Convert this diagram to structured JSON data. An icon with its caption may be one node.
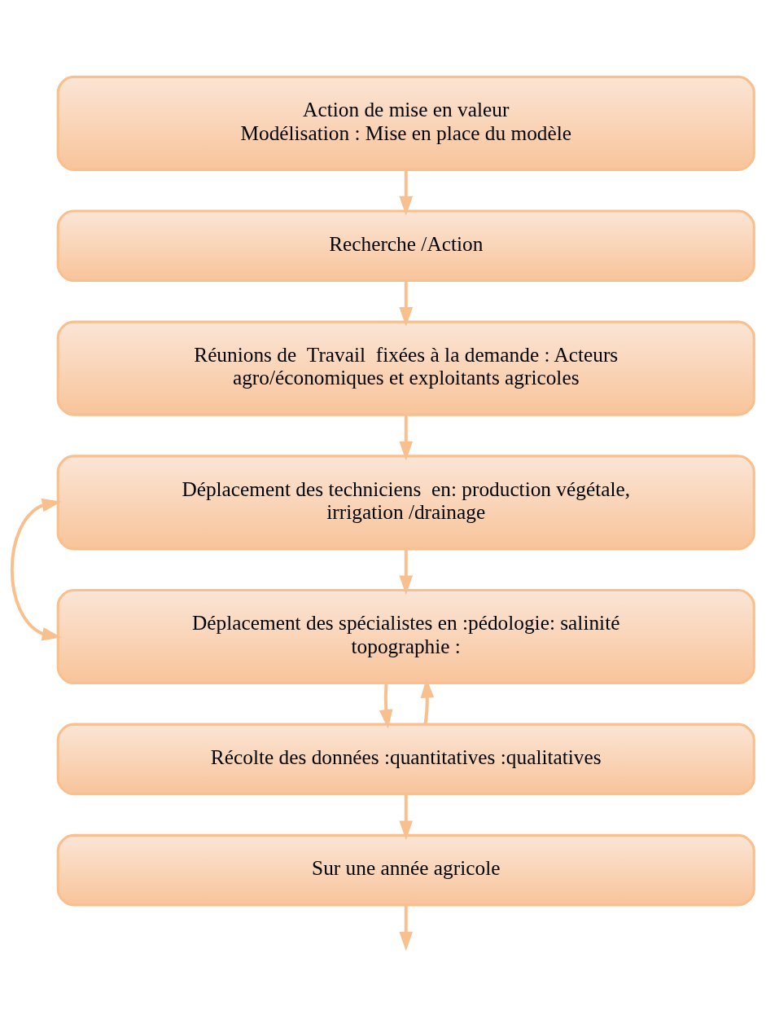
{
  "diagram": {
    "nodes": [
      {
        "text": [
          "Action de mise en valeur",
          "Modélisation : Mise en place du modèle"
        ]
      },
      {
        "text": [
          "Recherche /Action"
        ]
      },
      {
        "text": [
          "Réunions de  Travail  fixées à la demande : Acteurs agro/économiques et exploitants agricoles"
        ]
      },
      {
        "text": [
          "Déplacement des techniciens  en: production végétale, irrigation /drainage"
        ]
      },
      {
        "text": [
          "Déplacement des spécialistes en :pédologie: salinité topographie :"
        ]
      },
      {
        "text": [
          "Récolte des données :quantitatives :qualitatives"
        ]
      },
      {
        "text": [
          "Sur une année agricole"
        ]
      }
    ],
    "edges": [
      {
        "from": 0,
        "to": 1,
        "arrow": "to"
      },
      {
        "from": 1,
        "to": 2,
        "arrow": "to"
      },
      {
        "from": 2,
        "to": 3,
        "arrow": "to"
      },
      {
        "from": 3,
        "to": 4,
        "arrow": "to"
      },
      {
        "from": 4,
        "to": 5,
        "arrow": "to"
      },
      {
        "from": 5,
        "to": 6,
        "arrow": "to"
      },
      {
        "from": 6,
        "to": null,
        "arrow": "to"
      },
      {
        "from": 3,
        "to": 4,
        "arrow": "both"
      },
      {
        "from": 5,
        "to": 4,
        "arrow": "to"
      }
    ]
  }
}
